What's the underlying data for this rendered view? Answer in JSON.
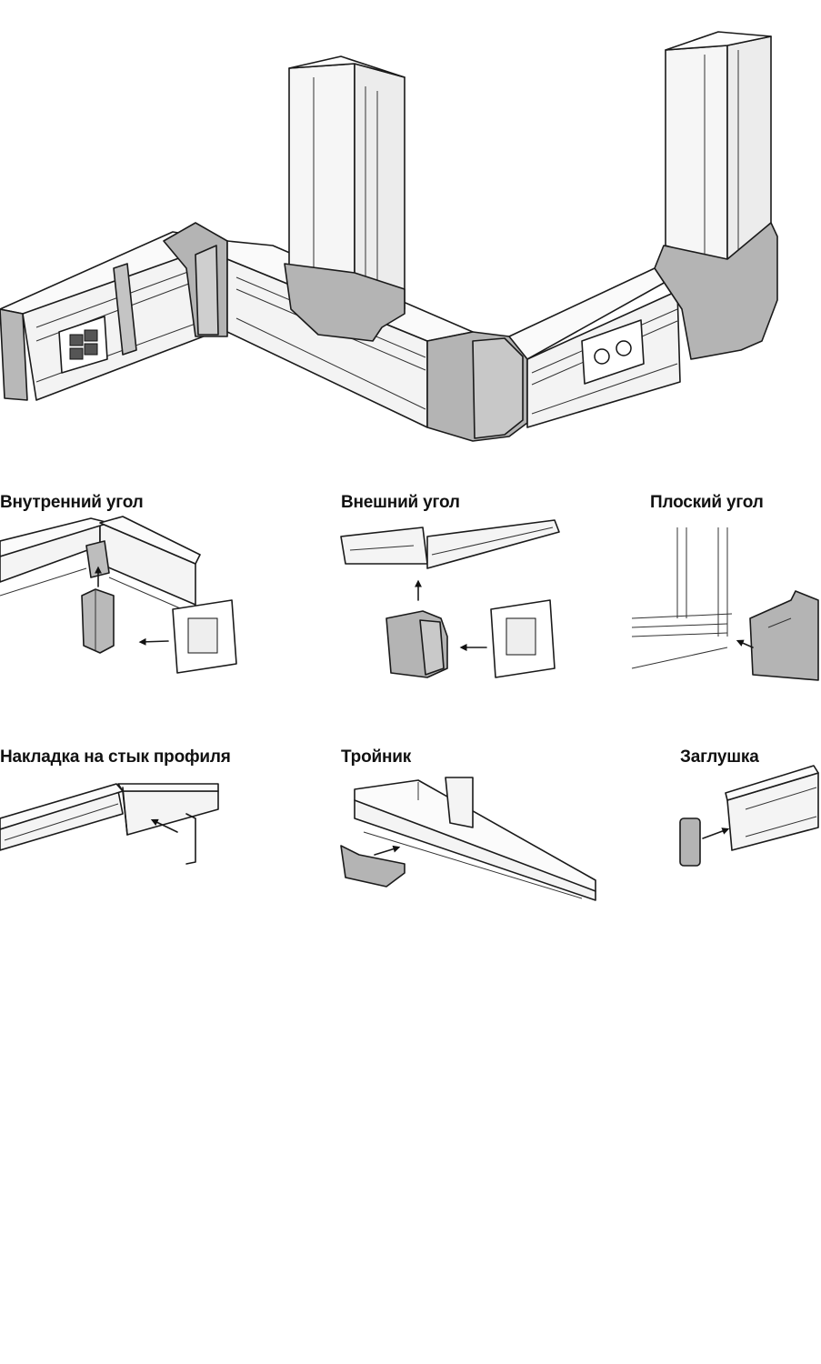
{
  "labels": {
    "inner_corner": "Внутренний угол",
    "outer_corner": "Внешний угол",
    "flat_corner": "Плоский угол",
    "joint_cover": "Накладка на стык профиля",
    "tee": "Тройник",
    "end_cap": "Заглушка"
  },
  "colors": {
    "duct": "#f2f2f2",
    "fitting": "#b4b4b4",
    "outline": "#1a1a1a"
  }
}
